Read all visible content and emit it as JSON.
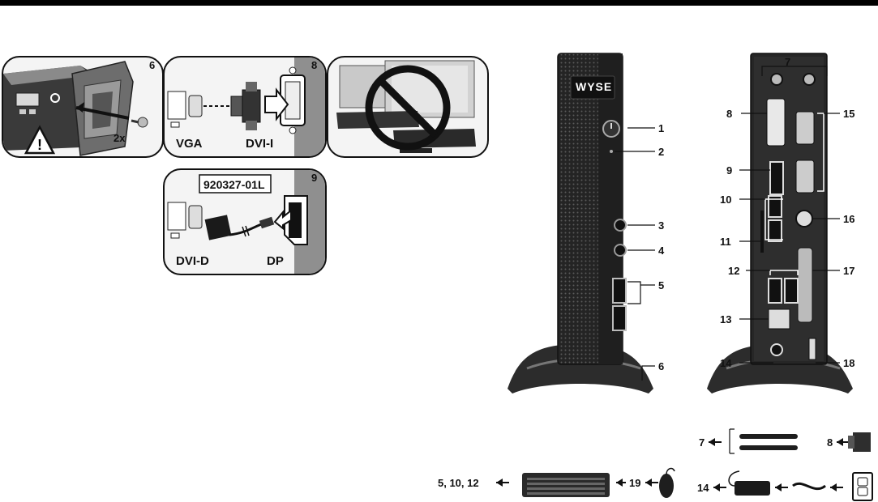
{
  "panels": {
    "mount": {
      "number": "6",
      "screw_count": "2x"
    },
    "vga": {
      "number": "8",
      "left_label": "VGA",
      "right_label": "DVI-I"
    },
    "no_stack": {},
    "dp": {
      "number": "9",
      "part_number": "920327-01L",
      "left_label": "DVI-D",
      "right_label": "DP"
    }
  },
  "device": {
    "logo": "WYSE"
  },
  "front_callouts": [
    "1",
    "2",
    "3",
    "4",
    "5",
    "6"
  ],
  "rear_callouts": [
    "7",
    "8",
    "9",
    "10",
    "11",
    "12",
    "13",
    "14",
    "15",
    "16",
    "17",
    "18"
  ],
  "accessories": {
    "keyboard_label": "5, 10, 12",
    "mouse_label": "19",
    "antenna_label": "7",
    "adapter_label": "8",
    "power_label": "14"
  }
}
